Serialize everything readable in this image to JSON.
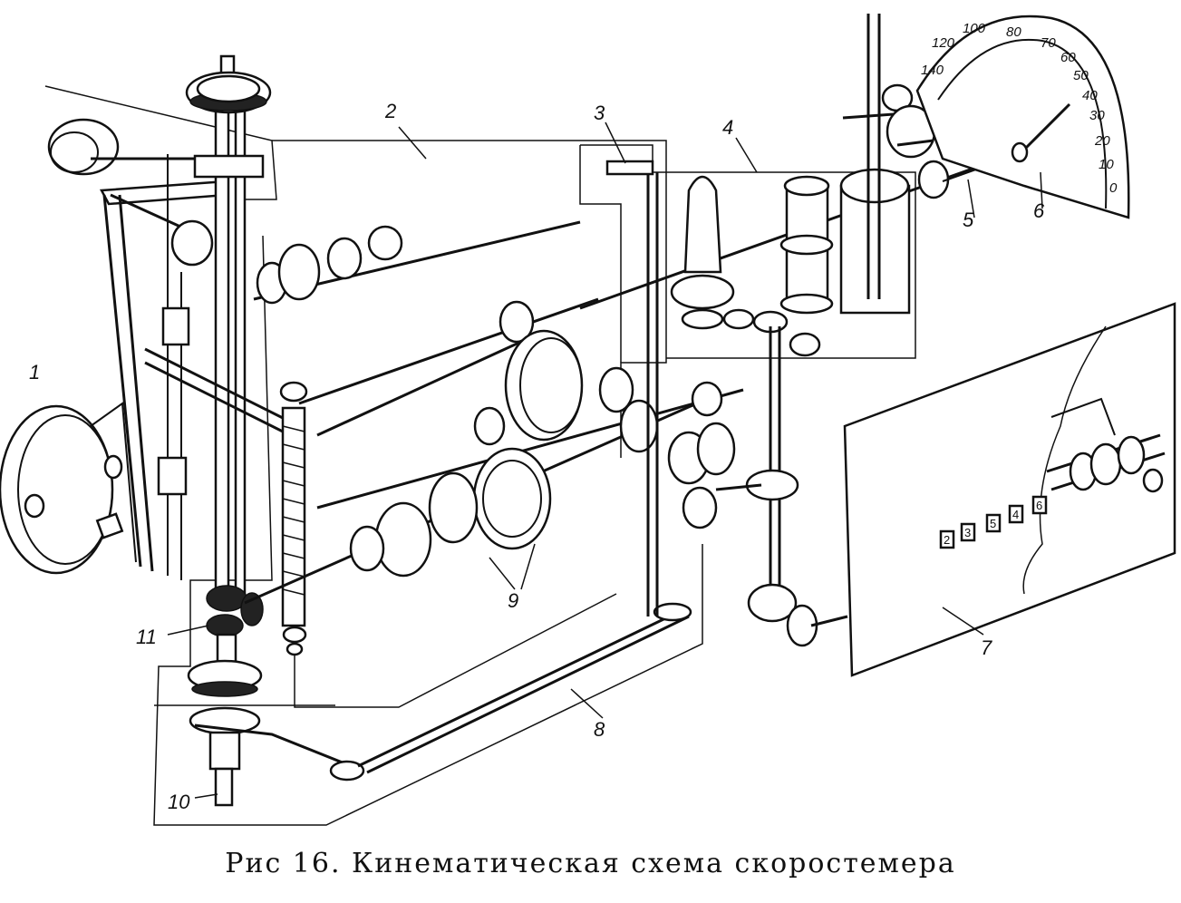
{
  "caption": "Рис 16. Кинематическая схема скоростемера",
  "labels": {
    "l1": "1",
    "l2": "2",
    "l3": "3",
    "l4": "4",
    "l5": "5",
    "l6": "6",
    "l7": "7",
    "l8": "8",
    "l9": "9",
    "l10": "10",
    "l11": "11"
  },
  "dial_scale": [
    "0",
    "10",
    "20",
    "30",
    "40",
    "50",
    "60",
    "70",
    "80",
    "100",
    "120",
    "140"
  ],
  "counter_digits": [
    "2",
    "3",
    "5",
    "4",
    "6"
  ]
}
